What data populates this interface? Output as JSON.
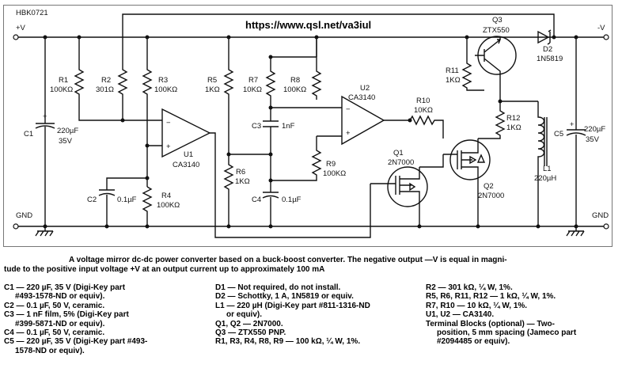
{
  "figure_id": "HBK0721",
  "url": "https://www.qsl.net/va3iul",
  "rails": {
    "pos": "+V",
    "neg": "-V",
    "gnd_left": "GND",
    "gnd_right": "GND"
  },
  "components": {
    "R1": [
      "R1",
      "100KΩ"
    ],
    "R2": [
      "R2",
      "301Ω"
    ],
    "R3": [
      "R3",
      "100KΩ"
    ],
    "R4": [
      "R4",
      "100KΩ"
    ],
    "R5": [
      "R5",
      "1KΩ"
    ],
    "R6": [
      "R6",
      "1KΩ"
    ],
    "R7": [
      "R7",
      "10KΩ"
    ],
    "R8": [
      "R8",
      "100KΩ"
    ],
    "R9": [
      "R9",
      "100KΩ"
    ],
    "R10": [
      "R10",
      "10KΩ"
    ],
    "R11": [
      "R11",
      "1KΩ"
    ],
    "R12": [
      "R12",
      "1KΩ"
    ],
    "C1": [
      "C1",
      "220µF",
      "35V"
    ],
    "C2": [
      "C2",
      "0.1µF"
    ],
    "C3": [
      "C3",
      "1nF"
    ],
    "C4": [
      "C4",
      "0.1µF"
    ],
    "C5": [
      "C5",
      "220µF",
      "35V"
    ],
    "U1": [
      "U1",
      "CA3140"
    ],
    "U2": [
      "U2",
      "CA3140"
    ],
    "Q1": [
      "Q1",
      "2N7000"
    ],
    "Q2": [
      "Q2",
      "2N7000"
    ],
    "Q3": [
      "Q3",
      "ZTX550"
    ],
    "D2": [
      "D2",
      "1N5819"
    ],
    "L1": [
      "L1",
      "220µH"
    ]
  },
  "caption": {
    "line1": "A voltage mirror dc-dc power converter based on a buck-boost converter. The negative output —V is equal in magni-",
    "line2": "tude to the positive input voltage +V at an output current up to approximately 100 mA"
  },
  "parts_list": {
    "col1": [
      "C1 — 220 µF, 35 V (Digi-Key part",
      "#493-1578-ND or equiv).",
      "C2 — 0.1 µF, 50 V, ceramic.",
      "C3 — 1 nF film, 5% (Digi-Key part",
      "#399-5871-ND or equiv).",
      "C4 — 0.1 µF, 50 V, ceramic.",
      "C5 — 220 µF, 35 V (Digi-Key part #493-",
      "1578-ND or equiv)."
    ],
    "col2": [
      "D1 — Not required, do not install.",
      "D2 — Schottky, 1 A, 1N5819 or equiv.",
      "L1 — 220 µH (Digi-Key part #811-1316-ND",
      "or equiv).",
      "Q1, Q2 — 2N7000.",
      "Q3 — ZTX550 PNP.",
      "R1, R3, R4, R8, R9 — 100 kΩ, ¼ W, 1%."
    ],
    "col3": [
      "R2 — 301 kΩ, ¼ W, 1%.",
      "R5, R6, R11, R12 — 1 kΩ, ¼ W, 1%.",
      "R7, R10 — 10 kΩ, ¼ W, 1%.",
      "U1, U2 — CA3140.",
      "Terminal Blocks (optional) — Two-",
      "position, 5 mm spacing (Jameco part",
      "#2094485 or equiv)."
    ]
  }
}
